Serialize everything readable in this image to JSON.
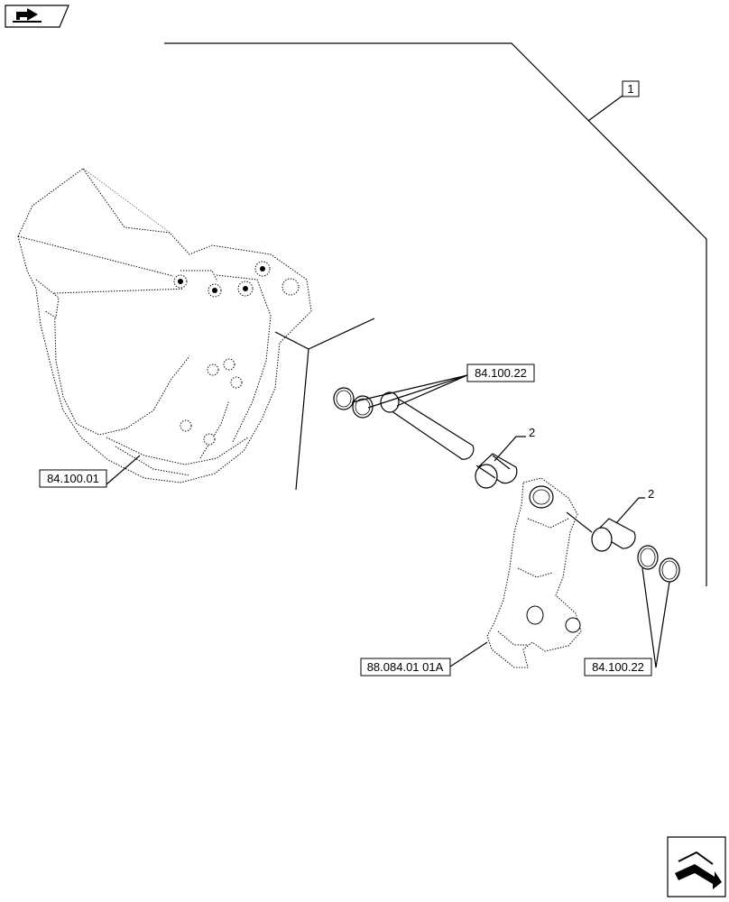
{
  "diagram": {
    "callouts": [
      {
        "id": "ref-84-100-22-top",
        "text": "84.100.22"
      },
      {
        "id": "ref-84-100-01",
        "text": "84.100.01"
      },
      {
        "id": "ref-88-084-01-01a",
        "text": "88.084.01 01A"
      },
      {
        "id": "ref-84-100-22-bottom",
        "text": "84.100.22"
      }
    ],
    "item_numbers": [
      {
        "id": "item-1",
        "text": "1"
      },
      {
        "id": "item-2-upper",
        "text": "2"
      },
      {
        "id": "item-2-lower",
        "text": "2"
      }
    ],
    "icons": {
      "top_left": "book-arrow-icon",
      "bottom_right": "next-page-arrow-icon"
    }
  }
}
